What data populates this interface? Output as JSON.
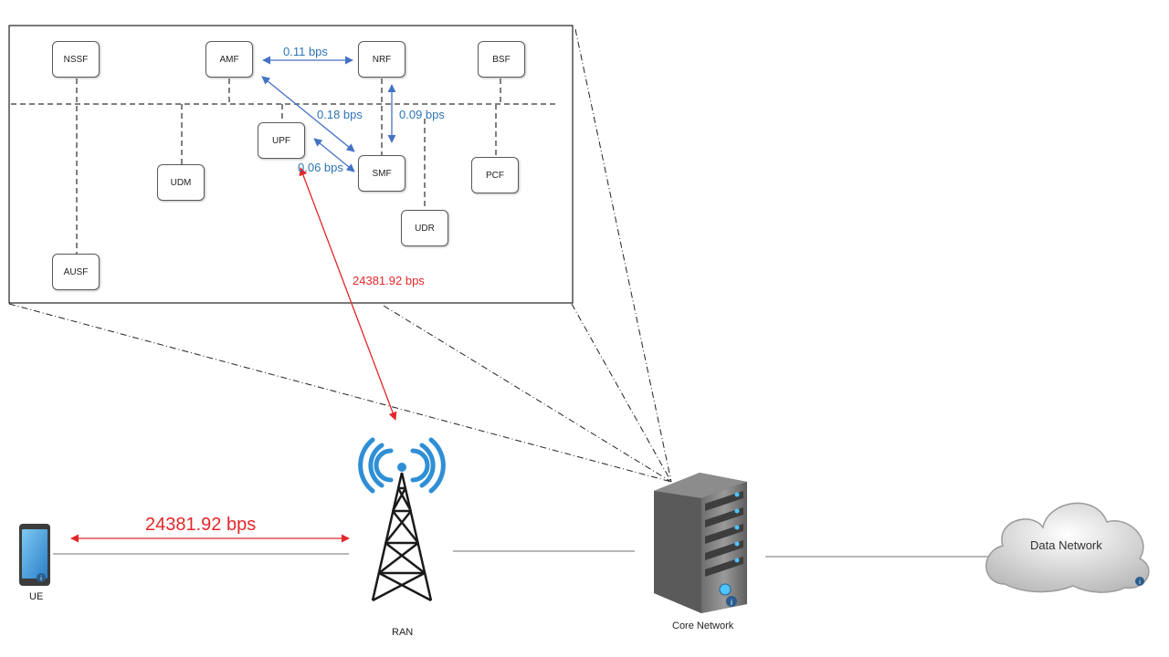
{
  "core_functions": {
    "nssf": "NSSF",
    "amf": "AMF",
    "nrf": "NRF",
    "bsf": "BSF",
    "upf": "UPF",
    "udm": "UDM",
    "smf": "SMF",
    "pcf": "PCF",
    "udr": "UDR",
    "ausf": "AUSF"
  },
  "links": {
    "amf_nrf": "0.11 bps",
    "amf_smf": "0.18 bps",
    "nrf_smf": "0.09 bps",
    "upf_smf": "0.06 bps",
    "upf_ran": "24381.92 bps",
    "ue_ran": "24381.92 bps"
  },
  "devices": {
    "ue": "UE",
    "ran": "RAN",
    "core": "Core Network",
    "data_network": "Data Network"
  },
  "colors": {
    "control_link": "#4472c4",
    "user_link": "#e3272a",
    "bus": "#7f7f7f"
  },
  "icons": [
    "smartphone-icon",
    "antenna-tower-icon",
    "server-icon",
    "cloud-icon",
    "info-icon"
  ]
}
